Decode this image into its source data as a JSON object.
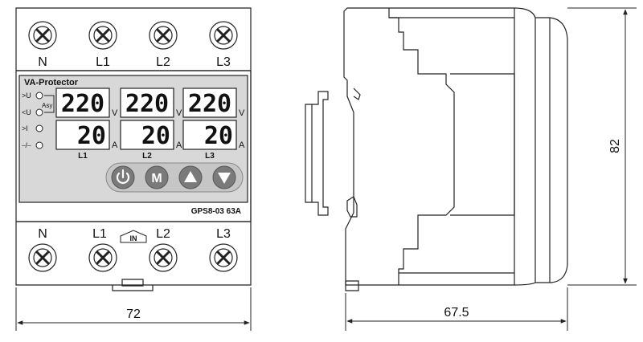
{
  "device": {
    "top_terminals": [
      "N",
      "L1",
      "L2",
      "L3"
    ],
    "bottom_terminals": [
      "N",
      "L1",
      "L2",
      "L3"
    ],
    "in_marker": "IN",
    "panel_title": "VA-Protector",
    "indicators": [
      ">U",
      "<U",
      ">I",
      "⎯/⎯"
    ],
    "asy_label": "Asy",
    "voltage_readings": [
      "220",
      "220",
      "220"
    ],
    "voltage_unit": "V",
    "current_readings": [
      "20",
      "20",
      "20"
    ],
    "current_unit": "A",
    "phase_labels": [
      "L1",
      "L2",
      "L3"
    ],
    "buttons": [
      {
        "name": "power-button",
        "icon": "power-icon"
      },
      {
        "name": "mode-button",
        "icon": "M"
      },
      {
        "name": "up-button",
        "icon": "arrow-up-icon"
      },
      {
        "name": "down-button",
        "icon": "arrow-down-icon"
      }
    ],
    "model": "GPS8-03 63A"
  },
  "dimensions": {
    "front_width": "72",
    "side_width": "67.5",
    "height": "82"
  },
  "colors": {
    "panel": "#d8d8d8",
    "button": "#7a7a7a",
    "outline": "#222222"
  }
}
